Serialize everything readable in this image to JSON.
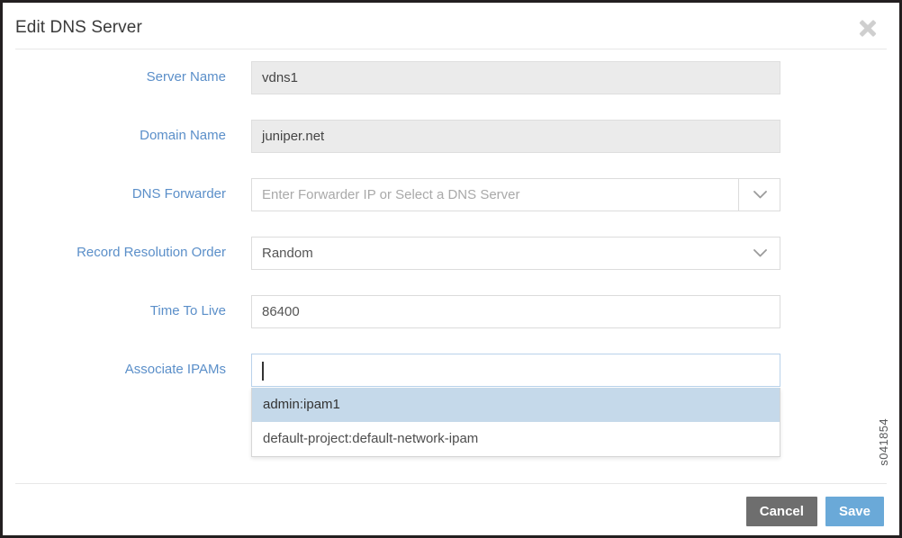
{
  "dialog": {
    "title": "Edit DNS Server",
    "close_icon": "close-icon"
  },
  "fields": [
    {
      "label": "Server Name",
      "value": "vdns1",
      "placeholder": "",
      "state": "readonly",
      "control": "text"
    },
    {
      "label": "Domain Name",
      "value": "juniper.net",
      "placeholder": "",
      "state": "readonly",
      "control": "text"
    },
    {
      "label": "DNS Forwarder",
      "value": "",
      "placeholder": "Enter Forwarder IP or Select a DNS Server",
      "state": "editable",
      "control": "combo-split"
    },
    {
      "label": "Record Resolution Order",
      "value": "Random",
      "placeholder": "",
      "state": "editable",
      "control": "select"
    },
    {
      "label": "Time To Live",
      "value": "86400",
      "placeholder": "",
      "state": "editable",
      "control": "text"
    },
    {
      "label": "Associate IPAMs",
      "value": "",
      "placeholder": "",
      "state": "focused",
      "control": "autocomplete"
    }
  ],
  "suggestions": [
    {
      "label": "admin:ipam1",
      "selected": true
    },
    {
      "label": "default-project:default-network-ipam",
      "selected": false
    }
  ],
  "footer": {
    "cancel_label": "Cancel",
    "save_label": "Save"
  },
  "watermark": "s041854",
  "colors": {
    "label_blue": "#5b8fc9",
    "save_blue": "#6aa9d8",
    "cancel_grey": "#6e6e6e",
    "highlight": "#c5d9ea",
    "readonly_bg": "#ebebeb"
  }
}
